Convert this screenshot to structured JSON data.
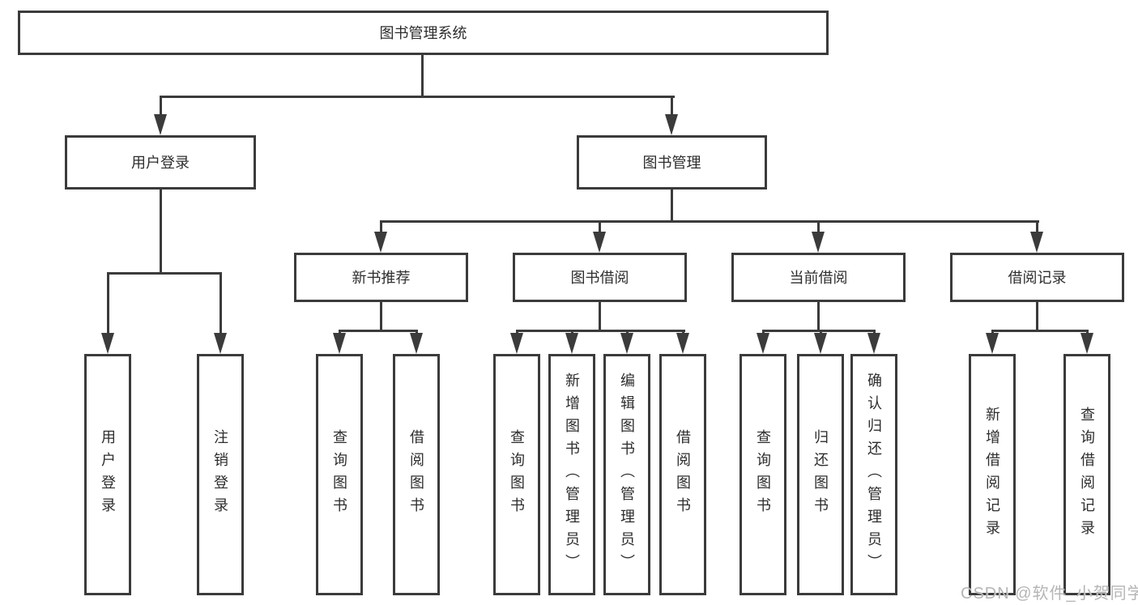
{
  "diagram": {
    "root": {
      "label": "图书管理系统"
    },
    "branches": [
      {
        "label": "用户登录",
        "children": [
          {
            "label": "用户登录"
          },
          {
            "label": "注销登录"
          }
        ]
      },
      {
        "label": "图书管理",
        "children": [
          {
            "label": "新书推荐",
            "children": [
              {
                "label": "查询图书"
              },
              {
                "label": "借阅图书"
              }
            ]
          },
          {
            "label": "图书借阅",
            "children": [
              {
                "label": "查询图书"
              },
              {
                "label": "新增图书（管理员）"
              },
              {
                "label": "编辑图书（管理员）"
              },
              {
                "label": "借阅图书"
              }
            ]
          },
          {
            "label": "当前借阅",
            "children": [
              {
                "label": "查询图书"
              },
              {
                "label": "归还图书"
              },
              {
                "label": "确认归还（管理员）"
              }
            ]
          },
          {
            "label": "借阅记录",
            "children": [
              {
                "label": "新增借阅记录"
              },
              {
                "label": "查询借阅记录"
              }
            ]
          }
        ]
      }
    ]
  },
  "watermark": {
    "text": "CSDN @软件_小贺同学"
  },
  "colors": {
    "line": "#3b3b3b",
    "text": "#2d2d2d",
    "watermark_text": "#b5b5b5",
    "background": "#ffffff"
  }
}
